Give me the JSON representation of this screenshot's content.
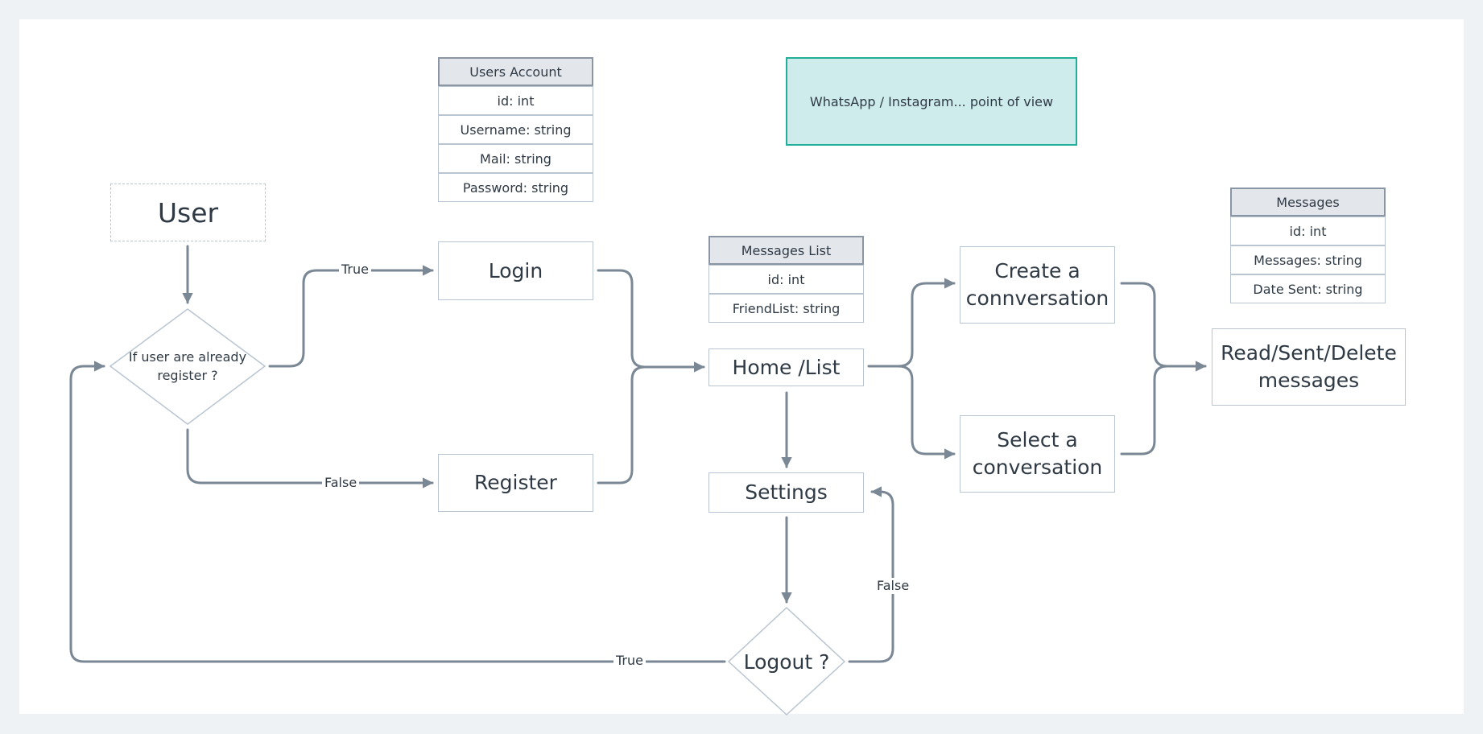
{
  "nodes": {
    "user": "User",
    "decision_registered": "If user are already register ?",
    "login": "Login",
    "register": "Register",
    "home_list": "Home /List",
    "settings": "Settings",
    "logout_decision": "Logout ?",
    "create_conversation": "Create a connversation",
    "select_conversation": "Select a conversation",
    "read_sent_delete": "Read/Sent/Delete messages"
  },
  "note": "WhatsApp / Instagram... point of view",
  "tables": {
    "users_account": {
      "title": "Users Account",
      "fields": [
        "id: int",
        "Username: string",
        "Mail: string",
        "Password: string"
      ]
    },
    "messages_list": {
      "title": "Messages List",
      "fields": [
        "id: int",
        "FriendList: string"
      ]
    },
    "messages": {
      "title": "Messages",
      "fields": [
        "id: int",
        "Messages: string",
        "Date Sent: string"
      ]
    }
  },
  "edge_labels": {
    "true_login": "True",
    "false_register": "False",
    "false_settings": "False",
    "true_logout": "True"
  }
}
